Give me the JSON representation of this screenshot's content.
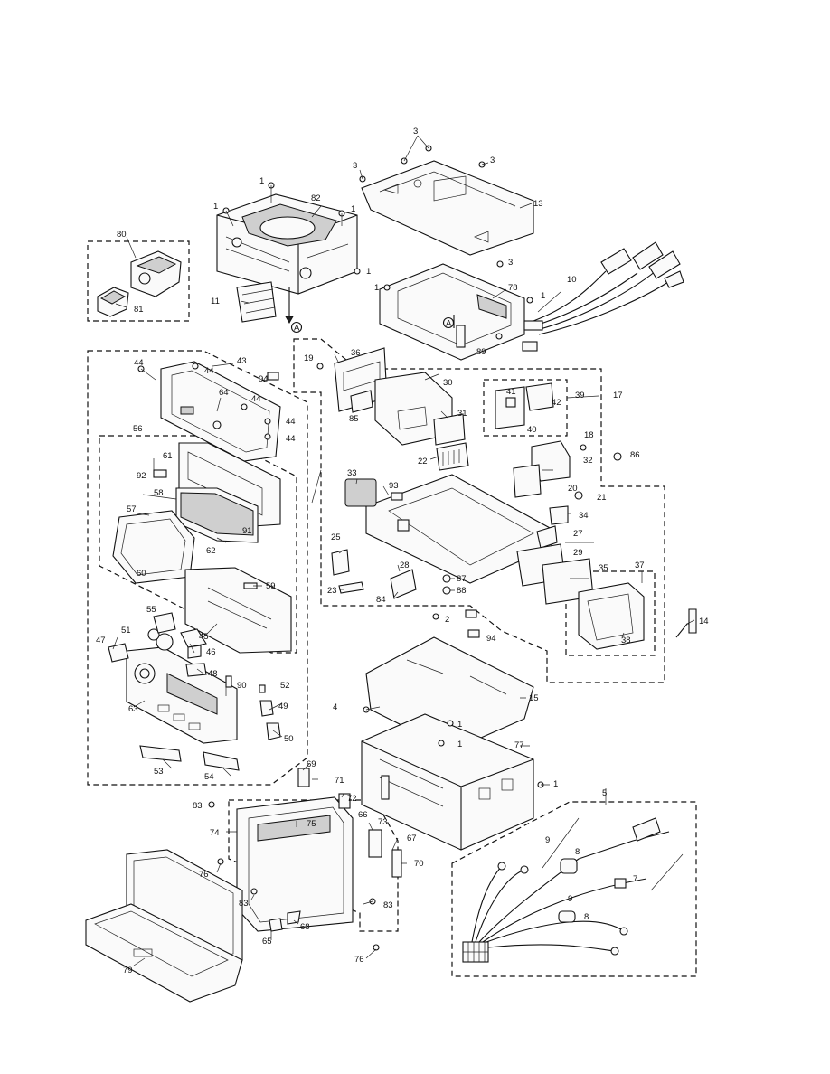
{
  "callouts": {
    "c1": "1",
    "c2": "2",
    "c3": "3",
    "c4": "4",
    "c5": "5",
    "c7": "7",
    "c8": "8",
    "c9": "9",
    "c10": "10",
    "c11": "11",
    "c13": "13",
    "c14": "14",
    "c15": "15",
    "c17": "17",
    "c18": "18",
    "c19": "19",
    "c20": "20",
    "c21": "21",
    "c22": "22",
    "c23": "23",
    "c25": "25",
    "c27": "27",
    "c28": "28",
    "c29": "29",
    "c30": "30",
    "c31": "31",
    "c32": "32",
    "c33": "33",
    "c34": "34",
    "c35": "35",
    "c36": "36",
    "c37": "37",
    "c38": "38",
    "c39": "39",
    "c40": "40",
    "c41": "41",
    "c42": "42",
    "c43": "43",
    "c44": "44",
    "c45": "45",
    "c46": "46",
    "c47": "47",
    "c48": "48",
    "c49": "49",
    "c50": "50",
    "c51": "51",
    "c52": "52",
    "c53": "53",
    "c54": "54",
    "c55": "55",
    "c56": "56",
    "c57": "57",
    "c58": "58",
    "c59": "59",
    "c60": "60",
    "c61": "61",
    "c62": "62",
    "c63": "63",
    "c64": "64",
    "c65": "65",
    "c66": "66",
    "c67": "67",
    "c68": "68",
    "c69": "69",
    "c70": "70",
    "c71": "71",
    "c72": "72",
    "c73": "73",
    "c74": "74",
    "c75": "75",
    "c76": "76",
    "c77": "77",
    "c78": "78",
    "c79": "79",
    "c80": "80",
    "c81": "81",
    "c82": "82",
    "c83": "83",
    "c84": "84",
    "c85": "85",
    "c86": "86",
    "c87": "87",
    "c88": "88",
    "c89": "89",
    "c90": "90",
    "c91": "91",
    "c92": "92",
    "c93": "93",
    "c94": "94",
    "refA": "A"
  }
}
